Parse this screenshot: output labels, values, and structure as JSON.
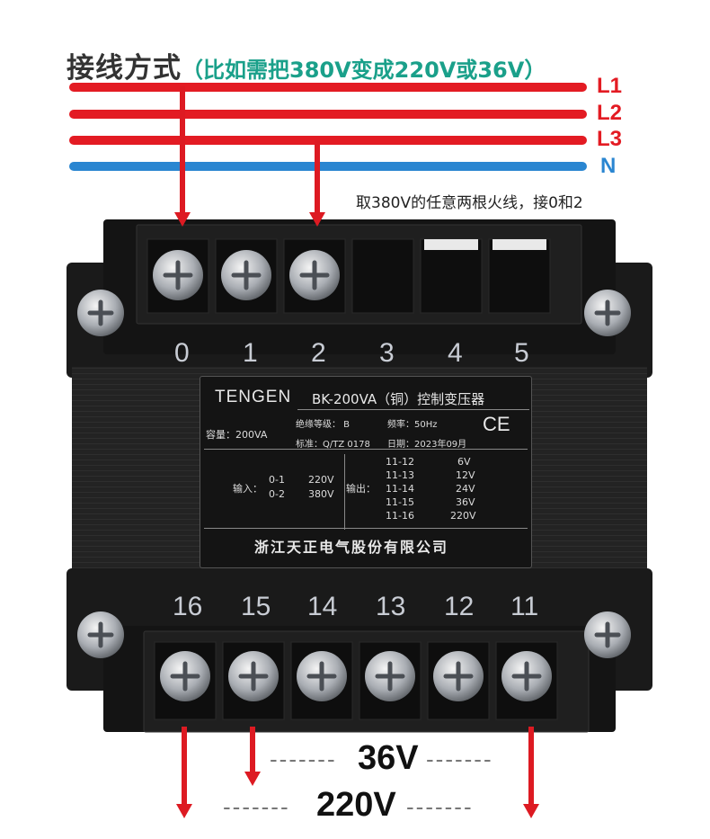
{
  "title": {
    "main": "接线方式",
    "sub": "（比如需把380V变成220V或36V）"
  },
  "wires": [
    {
      "label": "L1",
      "color": "#e31b23"
    },
    {
      "label": "L2",
      "color": "#e31b23"
    },
    {
      "label": "L3",
      "color": "#e31b23"
    },
    {
      "label": "N",
      "color": "#2a86d1"
    }
  ],
  "note": "取380V的任意两根火线，接0和2",
  "top_terminals": [
    "0",
    "1",
    "2",
    "3",
    "4",
    "5"
  ],
  "bottom_terminals": [
    "16",
    "15",
    "14",
    "13",
    "12",
    "11"
  ],
  "nameplate": {
    "brand": "TENGEN",
    "model": "BK-200VA（铜）控制变压器",
    "capacity": "容量：200VA",
    "insulation": "绝缘等级：  B",
    "frequency": "频率：50Hz",
    "standard": "标准：Q/TZ 0178",
    "date": "日期：2023年09月",
    "ce": "CE",
    "input_label": "输入：",
    "inputs": [
      {
        "terminals": "0-1",
        "voltage": "220V"
      },
      {
        "terminals": "0-2",
        "voltage": "380V"
      }
    ],
    "output_label": "输出：",
    "outputs": [
      {
        "terminals": "11-12",
        "voltage": "6V"
      },
      {
        "terminals": "11-13",
        "voltage": "12V"
      },
      {
        "terminals": "11-14",
        "voltage": "24V"
      },
      {
        "terminals": "11-15",
        "voltage": "36V"
      },
      {
        "terminals": "11-16",
        "voltage": "220V"
      }
    ],
    "company": "浙江天正电气股份有限公司"
  },
  "outputs_shown": {
    "v36": "36V",
    "v220": "220V",
    "dashes": "-------"
  }
}
